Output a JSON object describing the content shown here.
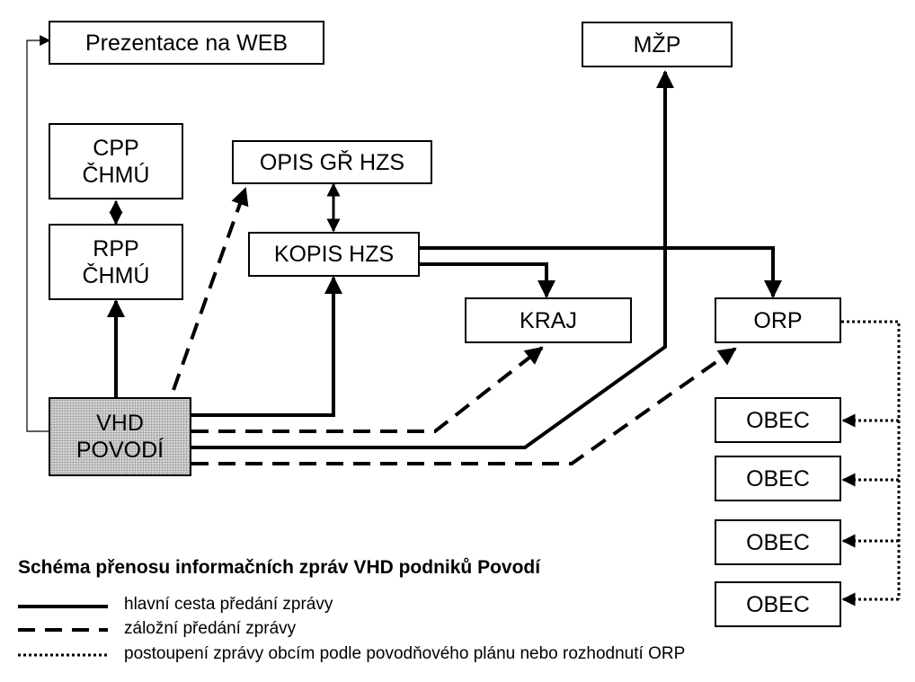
{
  "nodes": {
    "web": "Prezentace na WEB",
    "mzp": "MŽP",
    "cpp": "CPP\nČHMÚ",
    "opis": "OPIS GŘ HZS",
    "rpp": "RPP\nČHMÚ",
    "kopis": "KOPIS HZS",
    "kraj": "KRAJ",
    "orp": "ORP",
    "vhd": "VHD\nPOVODÍ",
    "obec": [
      "OBEC",
      "OBEC",
      "OBEC",
      "OBEC"
    ]
  },
  "diagram_title": "Schéma přenosu informačních zpráv VHD podniků Povodí",
  "legend": [
    {
      "style": "solid",
      "label": "hlavní cesta předání zprávy"
    },
    {
      "style": "dashed",
      "label": "záložní předání zprávy"
    },
    {
      "style": "dotted",
      "label": "postoupení zprávy obcím podle povodňového plánu nebo rozhodnutí ORP"
    }
  ],
  "colors": {
    "line": "#000000",
    "vhd_fill": "#d4d4d4"
  }
}
